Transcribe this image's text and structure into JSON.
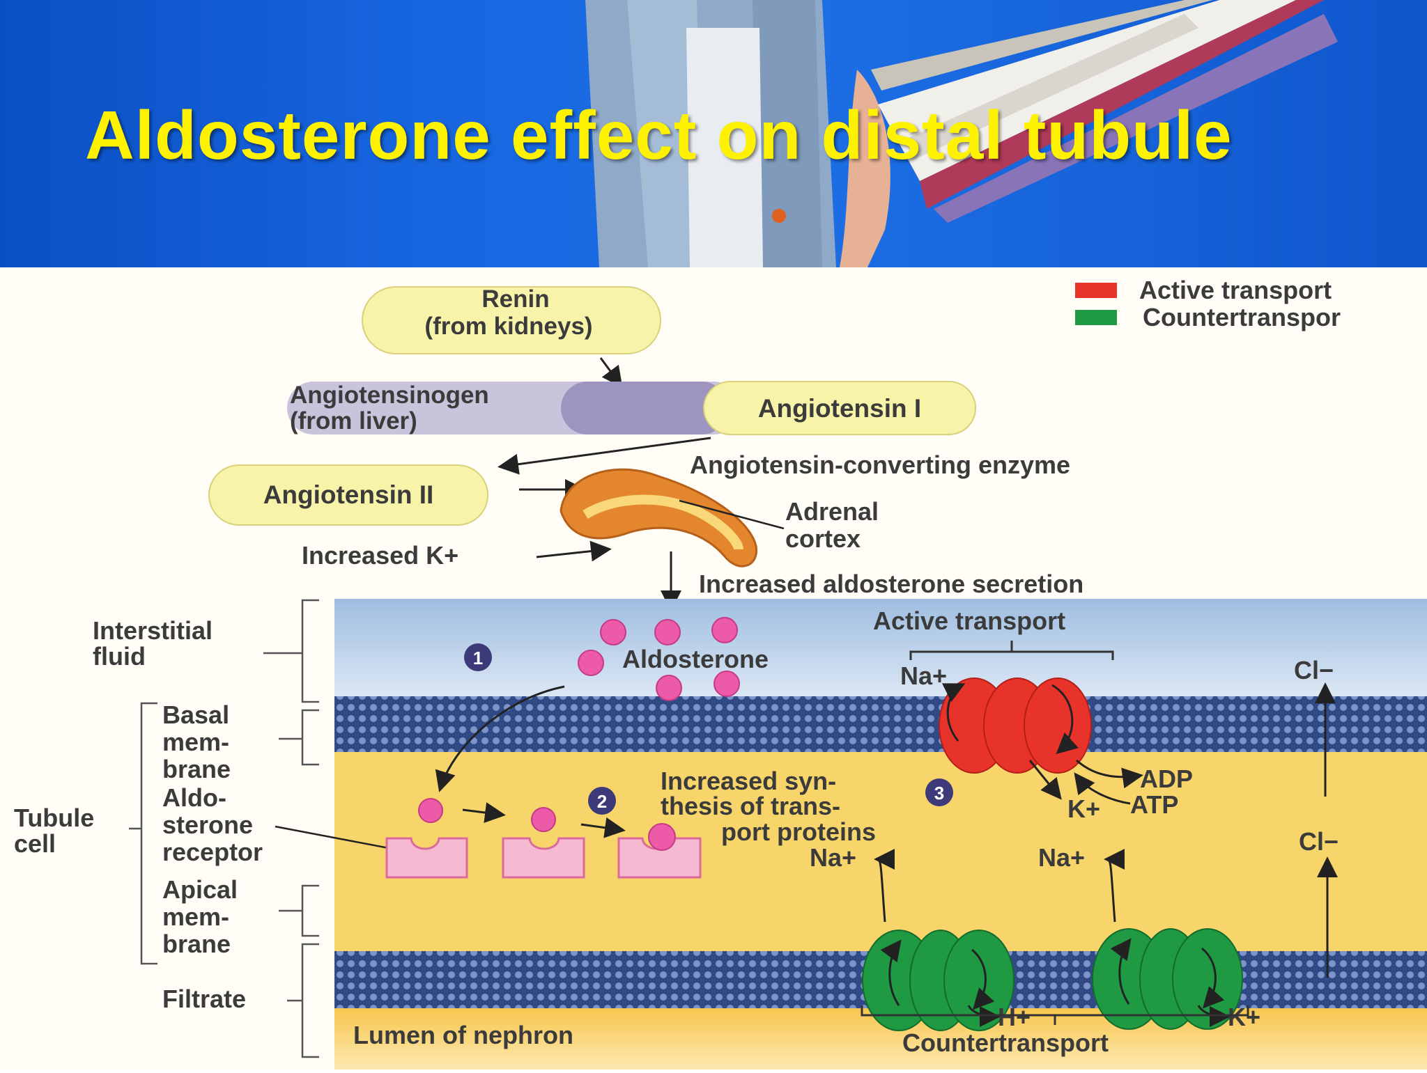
{
  "slide": {
    "title": "Aldosterone effect on distal tubule"
  },
  "legend": {
    "active": "Active transport",
    "counter": "Countertranspor"
  },
  "colors": {
    "title": "#fff200",
    "active_transport": "#e8332a",
    "countertransport": "#1f9a43",
    "pill": "#f7f3a8",
    "cell": "#f8d56a"
  },
  "pathway": {
    "renin_l1": "Renin",
    "renin_l2": "(from kidneys)",
    "angiotensinogen_l1": "Angiotensinogen",
    "angiotensinogen_l2": "(from liver)",
    "angiotensin1": "Angiotensin I",
    "ace": "Angiotensin-converting enzyme",
    "angiotensin2": "Angiotensin II",
    "adrenal_l1": "Adrenal",
    "adrenal_l2": "cortex",
    "increased_k": "Increased K+",
    "aldo_secretion": "Increased aldosterone secretion"
  },
  "side_labels": {
    "interstitial_l1": "Interstitial",
    "interstitial_l2": "fluid",
    "basal_l1": "Basal",
    "basal_l2": "mem-",
    "basal_l3": "brane",
    "tubule_l1": "Tubule",
    "tubule_l2": "cell",
    "receptor_l1": "Aldo-",
    "receptor_l2": "sterone",
    "receptor_l3": "receptor",
    "apical_l1": "Apical",
    "apical_l2": "mem-",
    "apical_l3": "brane",
    "filtrate": "Filtrate"
  },
  "steps": {
    "one": "1",
    "two": "2",
    "three": "3"
  },
  "cell_labels": {
    "aldosterone": "Aldosterone",
    "active_transport": "Active transport",
    "synthesis_l1": "Increased syn-",
    "synthesis_l2": "thesis of trans-",
    "synthesis_l3": "port proteins",
    "lumen": "Lumen of nephron",
    "countertransport": "Countertransport"
  },
  "ions": {
    "na_basal": "Na+",
    "adp": "ADP",
    "atp": "ATP",
    "k_basal": "K+",
    "cl_top": "Cl−",
    "cl_mid": "Cl−",
    "na_apical1": "Na+",
    "h_apical": "H+",
    "na_apical2": "Na+",
    "k_apical": "K+"
  },
  "icons": {
    "photo": "student-holding-books-photo"
  }
}
